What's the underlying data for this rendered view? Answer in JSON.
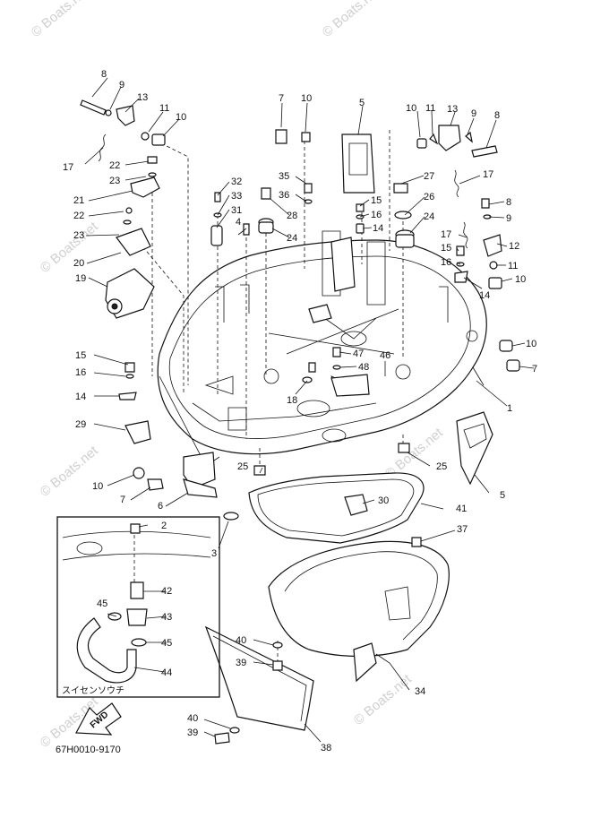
{
  "watermark": "© Boats.net",
  "diagram_code": "67H0010-9170",
  "hose_label": "スイセンソウチ",
  "fwd_label": "FWD",
  "callouts": [
    "8",
    "9",
    "13",
    "11",
    "10",
    "17",
    "22",
    "23",
    "21",
    "22",
    "23",
    "20",
    "19",
    "15",
    "16",
    "14",
    "29",
    "10",
    "7",
    "6",
    "2",
    "42",
    "43",
    "45",
    "45",
    "44",
    "40",
    "39",
    "40",
    "39",
    "38",
    "34",
    "37",
    "41",
    "30",
    "25",
    "25",
    "3",
    "5",
    "1",
    "7",
    "10",
    "32",
    "33",
    "31",
    "4",
    "28",
    "24",
    "35",
    "36",
    "7",
    "10",
    "5",
    "10",
    "11",
    "13",
    "9",
    "8",
    "17",
    "27",
    "26",
    "24",
    "15",
    "16",
    "14",
    "8",
    "9",
    "17",
    "12",
    "15",
    "16",
    "11",
    "14",
    "10",
    "18",
    "47",
    "48",
    "46"
  ]
}
